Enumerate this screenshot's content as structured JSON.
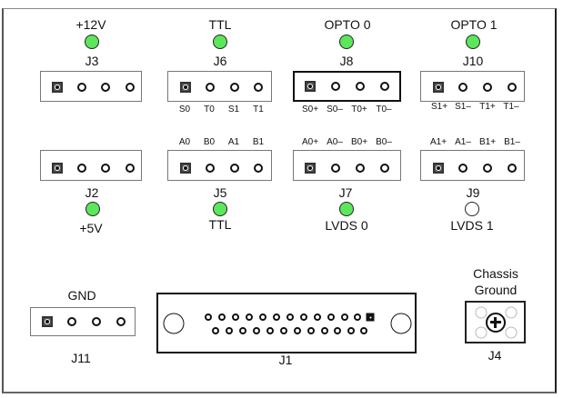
{
  "panel": {
    "top_row": [
      {
        "id": "J3",
        "title": "+12V",
        "led": "on",
        "pin_labels": []
      },
      {
        "id": "J6",
        "title": "TTL",
        "led": "on",
        "pin_labels": [
          "S0",
          "T0",
          "S1",
          "T1"
        ]
      },
      {
        "id": "J8",
        "title": "OPTO 0",
        "led": "on",
        "pin_labels": [
          "S0+",
          "S0–",
          "T0+",
          "T0–"
        ]
      },
      {
        "id": "J10",
        "title": "OPTO 1",
        "led": "on",
        "pin_labels": [
          "S1+",
          "S1–",
          "T1+",
          "T1–"
        ]
      }
    ],
    "bottom_row": [
      {
        "id": "J2",
        "title": "+5V",
        "led": "on",
        "pin_labels": []
      },
      {
        "id": "J5",
        "title": "TTL",
        "led": "on",
        "pin_labels": [
          "A0",
          "B0",
          "A1",
          "B1"
        ]
      },
      {
        "id": "J7",
        "title": "LVDS 0",
        "led": "on",
        "pin_labels": [
          "A0+",
          "A0–",
          "B0+",
          "B0–"
        ]
      },
      {
        "id": "J9",
        "title": "LVDS 1",
        "led": "off",
        "pin_labels": [
          "A1+",
          "A1–",
          "B1+",
          "B1–"
        ]
      }
    ],
    "gnd": {
      "id": "J11",
      "title": "GND"
    },
    "db25": {
      "id": "J1",
      "top_pins": 13,
      "bottom_pins": 12
    },
    "chassis": {
      "id": "J4",
      "title_line1": "Chassis",
      "title_line2": "Ground"
    },
    "colors": {
      "led_on": "#5ce65c",
      "led_off": "#ffffff",
      "outline": "#111111"
    }
  }
}
